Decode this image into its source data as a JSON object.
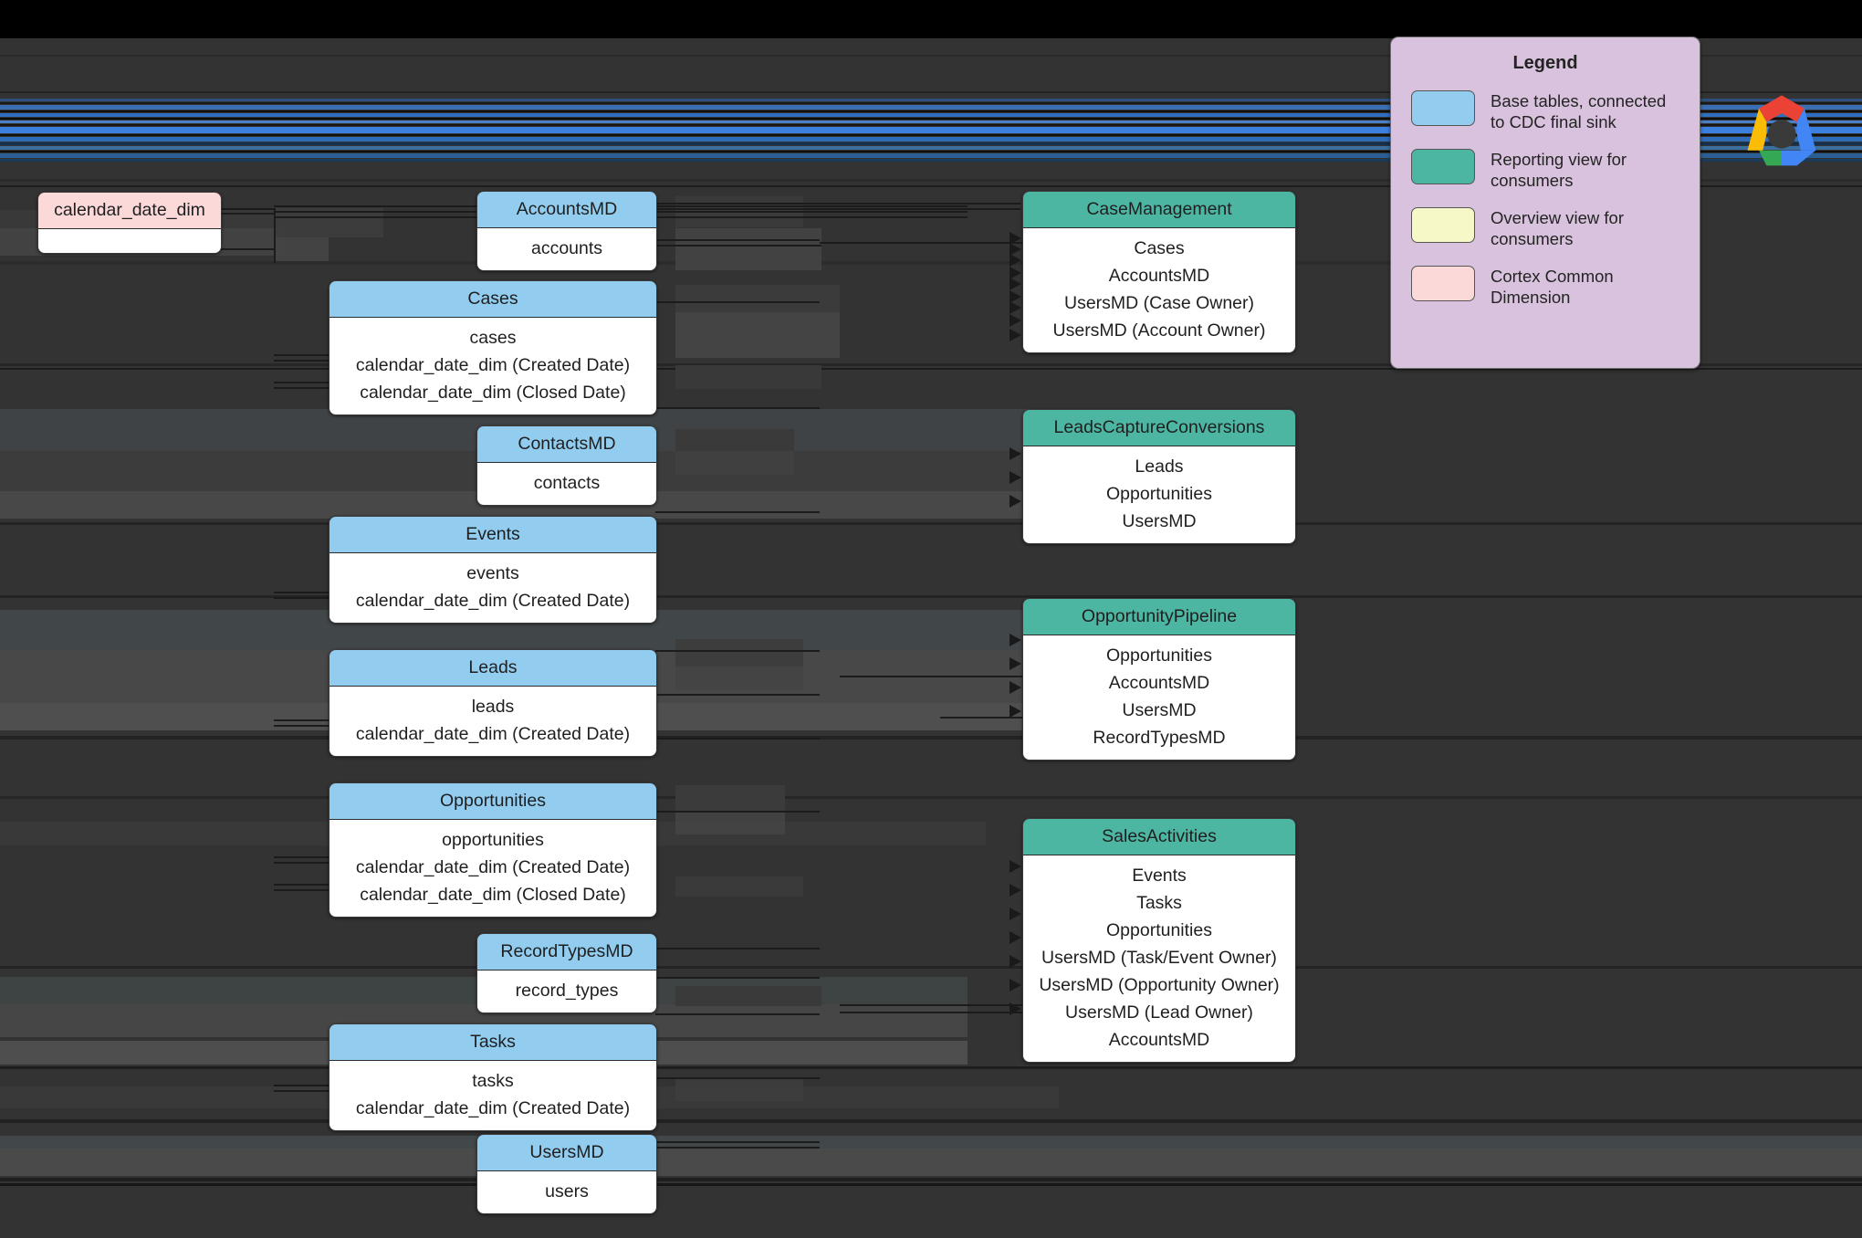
{
  "legend": {
    "title": "Legend",
    "items": [
      {
        "swatch": "blue",
        "label": "Base tables, connected to CDC final sink"
      },
      {
        "swatch": "green",
        "label": "Reporting view for consumers"
      },
      {
        "swatch": "yellow",
        "label": "Overview view for consumers"
      },
      {
        "swatch": "pink",
        "label": "Cortex Common Dimension"
      }
    ]
  },
  "colors": {
    "base_table": "#92cdf0",
    "reporting_view": "#4db6a2",
    "overview_view": "#f7f8c8",
    "cortex_dimension": "#fbd9d9",
    "legend_background": "#d9c2dd",
    "canvas_background": "#333333"
  },
  "brand": {
    "logo": "google-cloud-logo"
  },
  "nodes": {
    "calendar_date_dim": {
      "title": "calendar_date_dim",
      "rows": []
    },
    "accountsmd": {
      "title": "AccountsMD",
      "rows": [
        "accounts"
      ]
    },
    "cases": {
      "title": "Cases",
      "rows": [
        "cases",
        "calendar_date_dim (Created Date)",
        "calendar_date_dim (Closed Date)"
      ]
    },
    "contactsmd": {
      "title": "ContactsMD",
      "rows": [
        "contacts"
      ]
    },
    "events": {
      "title": "Events",
      "rows": [
        "events",
        "calendar_date_dim (Created Date)"
      ]
    },
    "leads": {
      "title": "Leads",
      "rows": [
        "leads",
        "calendar_date_dim (Created Date)"
      ]
    },
    "opportunities": {
      "title": "Opportunities",
      "rows": [
        "opportunities",
        "calendar_date_dim (Created Date)",
        "calendar_date_dim (Closed Date)"
      ]
    },
    "recordtypesmd": {
      "title": "RecordTypesMD",
      "rows": [
        "record_types"
      ]
    },
    "tasks": {
      "title": "Tasks",
      "rows": [
        "tasks",
        "calendar_date_dim (Created Date)"
      ]
    },
    "usersmd": {
      "title": "UsersMD",
      "rows": [
        "users"
      ]
    },
    "casemanagement": {
      "title": "CaseManagement",
      "rows": [
        "Cases",
        "AccountsMD",
        "UsersMD (Case Owner)",
        "UsersMD (Account Owner)"
      ]
    },
    "leadscaptureconversions": {
      "title": "LeadsCaptureConversions",
      "rows": [
        "Leads",
        "Opportunities",
        "UsersMD"
      ]
    },
    "opportunitypipeline": {
      "title": "OpportunityPipeline",
      "rows": [
        "Opportunities",
        "AccountsMD",
        "UsersMD",
        "RecordTypesMD"
      ]
    },
    "salesactivities": {
      "title": "SalesActivities",
      "rows": [
        "Events",
        "Tasks",
        "Opportunities",
        "UsersMD (Task/Event Owner)",
        "UsersMD (Opportunity Owner)",
        "UsersMD (Lead Owner)",
        "AccountsMD"
      ]
    }
  }
}
